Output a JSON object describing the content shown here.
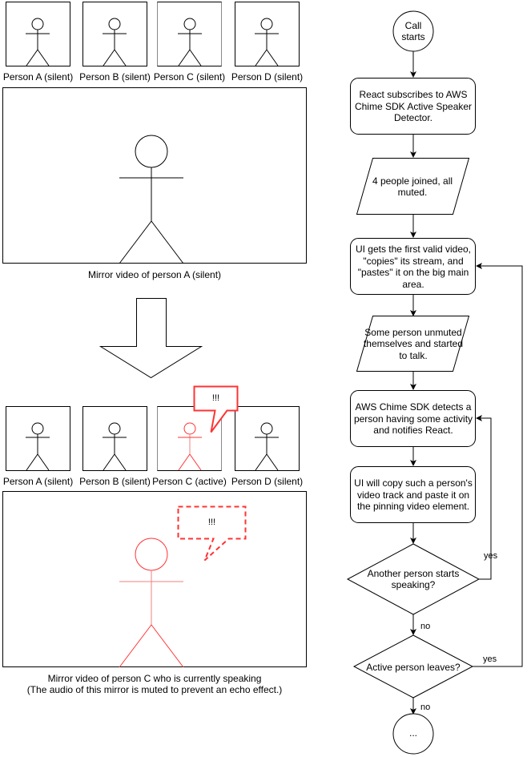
{
  "left_panel": {
    "before": {
      "thumbnails": [
        {
          "label": "Person A (silent)",
          "state": "silent"
        },
        {
          "label": "Person B (silent)",
          "state": "silent"
        },
        {
          "label": "Person C (silent)",
          "state": "silent"
        },
        {
          "label": "Person D (silent)",
          "state": "silent"
        }
      ],
      "main_caption": "Mirror video of person A (silent)"
    },
    "transition_arrow": "down-arrow",
    "after": {
      "thumbnails": [
        {
          "label": "Person A (silent)",
          "state": "silent"
        },
        {
          "label": "Person B (silent)",
          "state": "silent"
        },
        {
          "label": "Person C (active)",
          "state": "active"
        },
        {
          "label": "Person D (silent)",
          "state": "silent"
        }
      ],
      "speech_bubble_text": "!!!",
      "main_speech_bubble_text": "!!!",
      "main_caption_line1": "Mirror video of person C who is currently speaking",
      "main_caption_line2": "(The audio of this mirror is muted to prevent an echo effect.)"
    }
  },
  "flowchart": {
    "start": {
      "line1": "Call",
      "line2": "starts"
    },
    "step1": "React subscribes to AWS Chime SDK Active Speaker Detector.",
    "input1": "4 people joined, all muted.",
    "step2": "UI gets the first valid video, \"copies\" its stream, and \"pastes\" it on the big main area.",
    "input2": "Some person unmuted themselves and started to talk.",
    "step3": "AWS Chime SDK detects a person having some activity and notifies React.",
    "step4": "UI will copy such a person's video track and paste it on the pinning video element.",
    "decision1": "Another person starts speaking?",
    "decision2": "Active person leaves?",
    "end": "...",
    "edge_labels": {
      "d1_yes": "yes",
      "d1_no": "no",
      "d2_yes": "yes",
      "d2_no": "no"
    }
  },
  "colors": {
    "stroke": "#000000",
    "active": "#ff3333",
    "active_light": "#f08080"
  }
}
